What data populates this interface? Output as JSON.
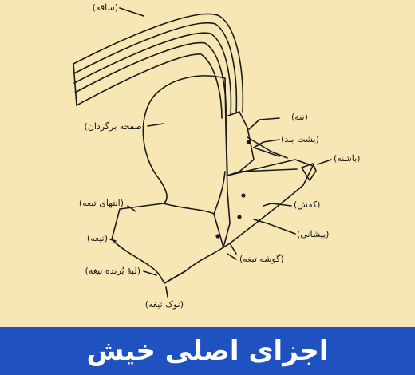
{
  "diagram": {
    "labels": {
      "shank": "(ساقه)",
      "moldboard": "(صفحه برگردان)",
      "frog": "(تنه)",
      "brace": "(پشت بند)",
      "heel": "(باشنه)",
      "landside": "(کفش)",
      "shin": "(پیشانی)",
      "share_wing": "(گوشه تیغه)",
      "share_end": "(انتهای تیغه)",
      "share": "(تیغه)",
      "cutting_edge": "(لبهٔ بُرنده تیغه)",
      "share_point": "(نوک تیغه)"
    }
  },
  "caption": {
    "title": "اجزای اصلی خیش",
    "background_color": "#1f52c0",
    "text_color": "#ffffff"
  },
  "colors": {
    "page_background": "#f6e7b4",
    "ink": "#1a1a1a"
  }
}
